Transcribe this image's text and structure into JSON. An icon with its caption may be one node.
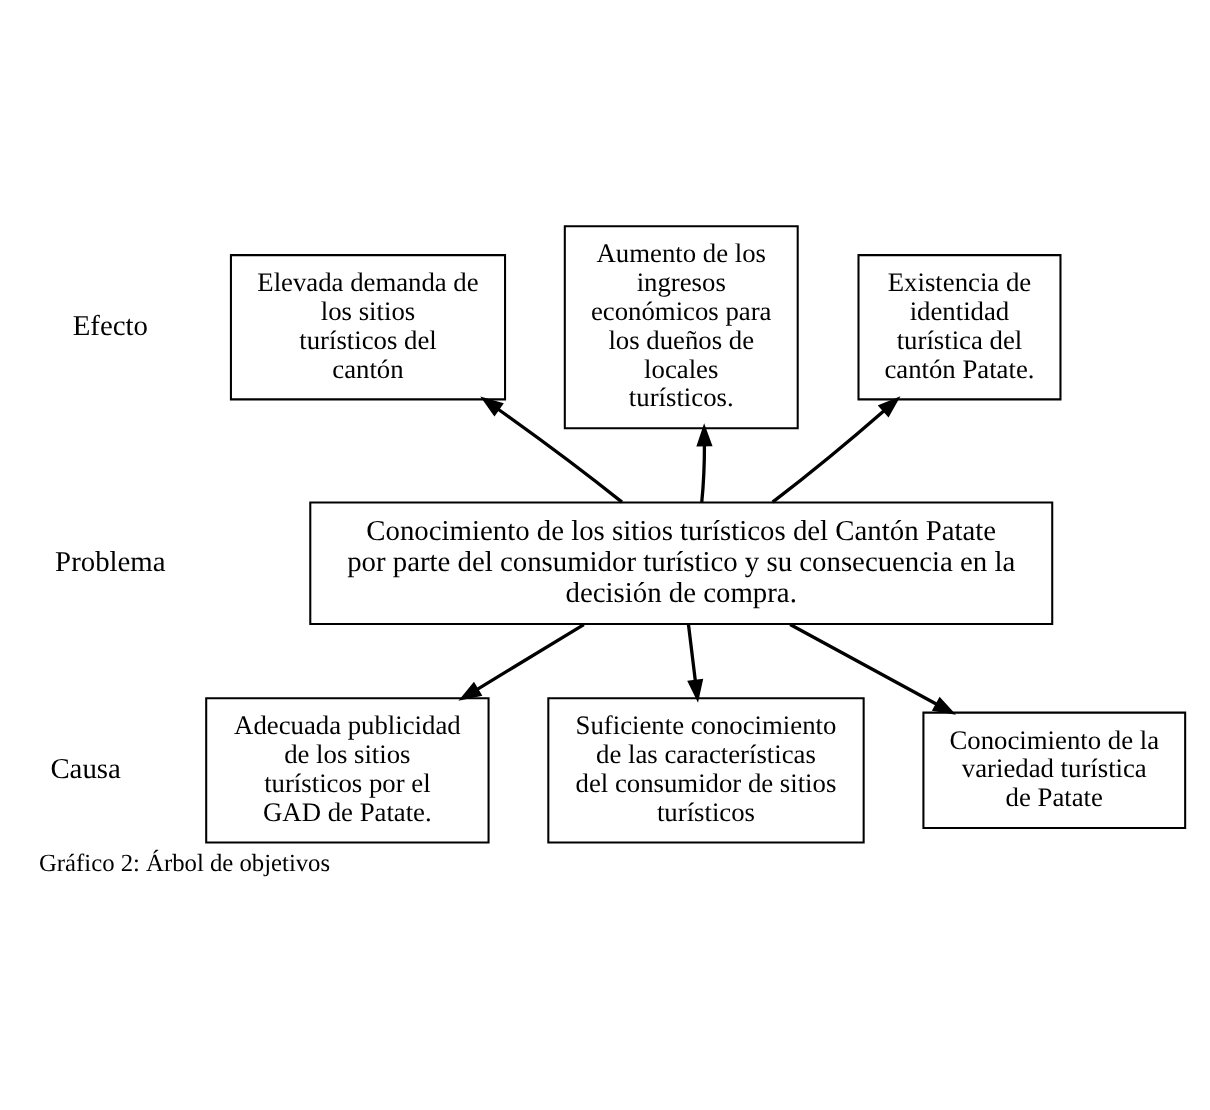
{
  "diagram": {
    "caption": "Gráfico 2: Árbol de objetivos",
    "nodes": [
      {
        "text": [
          "Elevada demanda de los sitios turísticos del cantón"
        ]
      },
      {
        "text": [
          "Aumento de los ingresos económicos para los dueños de locales turísticos."
        ]
      },
      {
        "text": [
          "Existencia de identidad turística del cantón Patate."
        ]
      },
      {
        "text": [
          "Conocimiento de los sitios turísticos del Cantón Patate por parte del consumidor turístico y su consecuencia en la decisión de compra."
        ]
      },
      {
        "text": [
          "Adecuada publicidad de los sitios turísticos por el GAD de Patate."
        ]
      },
      {
        "text": [
          "Suficiente conocimiento de las características del consumidor de sitios turísticos"
        ]
      },
      {
        "text": [
          "Conocimiento de la variedad turística de Patate"
        ]
      }
    ],
    "edges": [
      {
        "from": 3,
        "to": 0,
        "arrow": "to"
      },
      {
        "from": 3,
        "to": 1,
        "arrow": "to"
      },
      {
        "from": 3,
        "to": 2,
        "arrow": "to"
      },
      {
        "from": 3,
        "to": 4,
        "arrow": "to"
      },
      {
        "from": 3,
        "to": 5,
        "arrow": "to"
      },
      {
        "from": 3,
        "to": 6,
        "arrow": "to"
      }
    ],
    "labels": [
      "Efecto",
      "Problema",
      "Causa"
    ]
  }
}
